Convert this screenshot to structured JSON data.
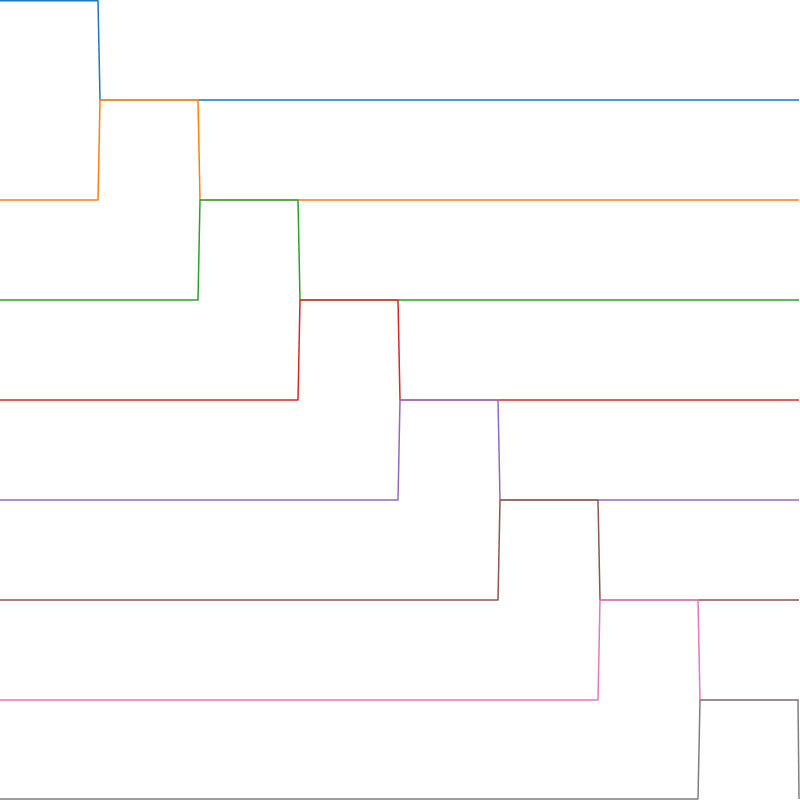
{
  "chart_data": {
    "type": "line",
    "title": "",
    "xlabel": "",
    "ylabel": "",
    "xlim": [
      0,
      8
    ],
    "ylim": [
      0,
      8
    ],
    "grid": false,
    "legend": "none",
    "colors": [
      "#1f77b4",
      "#ff7f0e",
      "#2ca02c",
      "#d62728",
      "#9467bd",
      "#8c564b",
      "#e377c2",
      "#7f7f7f"
    ],
    "series": [
      {
        "points": [
          [
            0,
            8
          ],
          [
            0.98,
            8
          ],
          [
            1.0,
            7
          ],
          [
            8,
            7
          ]
        ]
      },
      {
        "points": [
          [
            0,
            6
          ],
          [
            0.98,
            6
          ],
          [
            1.0,
            7
          ],
          [
            1.98,
            7
          ],
          [
            2.0,
            6
          ],
          [
            8,
            6
          ]
        ]
      },
      {
        "points": [
          [
            0,
            5
          ],
          [
            1.98,
            5
          ],
          [
            2.0,
            6
          ],
          [
            2.98,
            6
          ],
          [
            3.0,
            5
          ],
          [
            8,
            5
          ]
        ]
      },
      {
        "points": [
          [
            0,
            4
          ],
          [
            2.98,
            4
          ],
          [
            3.0,
            5
          ],
          [
            3.98,
            5
          ],
          [
            4.0,
            4
          ],
          [
            8,
            4
          ]
        ]
      },
      {
        "points": [
          [
            0,
            3
          ],
          [
            3.98,
            3
          ],
          [
            4.0,
            4
          ],
          [
            4.98,
            4
          ],
          [
            5.0,
            3
          ],
          [
            8,
            3
          ]
        ]
      },
      {
        "points": [
          [
            0,
            2
          ],
          [
            4.98,
            2
          ],
          [
            5.0,
            3
          ],
          [
            5.98,
            3
          ],
          [
            6.0,
            2
          ],
          [
            8,
            2
          ]
        ]
      },
      {
        "points": [
          [
            0,
            1
          ],
          [
            5.98,
            1
          ],
          [
            6.0,
            2
          ],
          [
            6.98,
            2
          ],
          [
            7.0,
            1
          ],
          [
            8,
            1
          ]
        ]
      },
      {
        "points": [
          [
            0,
            0
          ],
          [
            6.98,
            0
          ],
          [
            7.0,
            1
          ],
          [
            7.98,
            1
          ],
          [
            8.0,
            0
          ]
        ]
      }
    ]
  }
}
